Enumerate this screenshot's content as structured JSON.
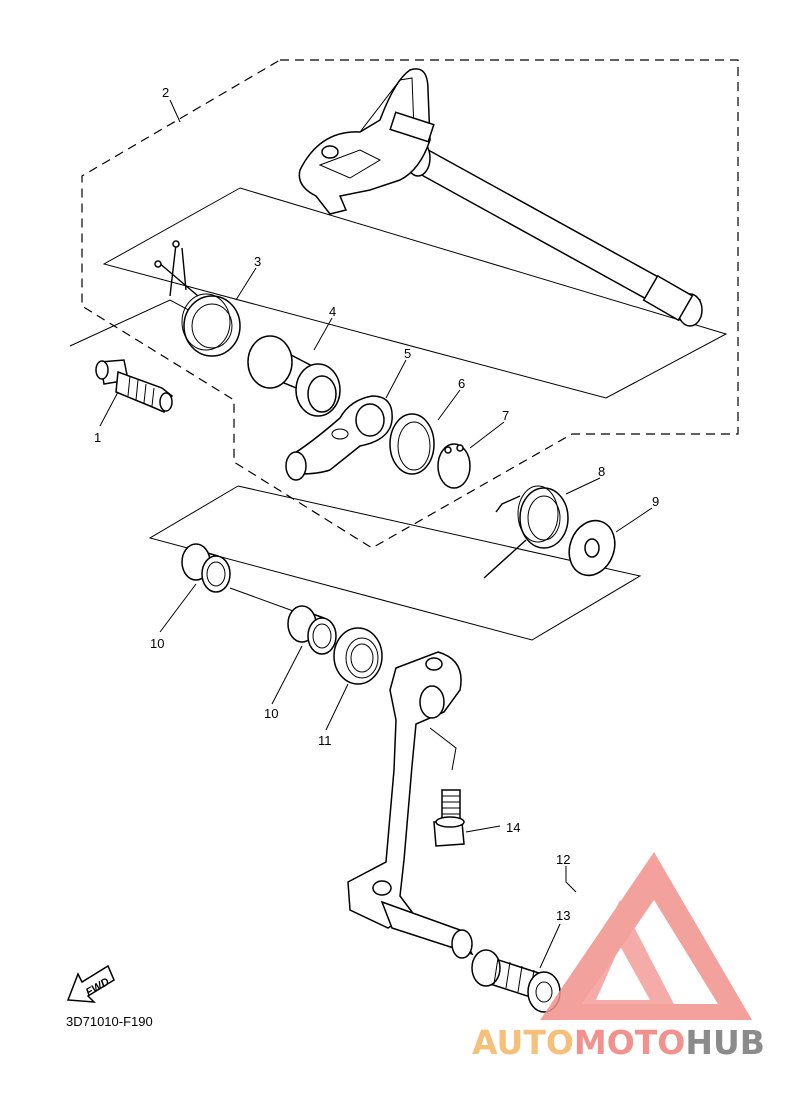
{
  "diagram": {
    "drawing_code": "3D71010-F190",
    "fwd_label": "FWD",
    "callouts": [
      {
        "id": "1",
        "part": "bolt"
      },
      {
        "id": "2",
        "part": "shift-shaft"
      },
      {
        "id": "3",
        "part": "torsion-spring"
      },
      {
        "id": "4",
        "part": "collar"
      },
      {
        "id": "5",
        "part": "shift-lever"
      },
      {
        "id": "6",
        "part": "washer"
      },
      {
        "id": "7",
        "part": "circlip"
      },
      {
        "id": "8",
        "part": "torsion-spring"
      },
      {
        "id": "9",
        "part": "plain-washer"
      },
      {
        "id": "10",
        "part": "bearing-upper"
      },
      {
        "id": "10",
        "part": "bearing-lower"
      },
      {
        "id": "11",
        "part": "oil-seal"
      },
      {
        "id": "12",
        "part": "pedal-shaft"
      },
      {
        "id": "13",
        "part": "pedal-rubber"
      },
      {
        "id": "14",
        "part": "bolt"
      }
    ]
  },
  "watermark": {
    "part1": "AUTO",
    "part2": "MOTO",
    "part3": "HUB",
    "colors": {
      "auto": "#f6c07a",
      "moto": "#f2918d",
      "hub": "#8b8b8b",
      "logo": "#f2918d"
    }
  }
}
